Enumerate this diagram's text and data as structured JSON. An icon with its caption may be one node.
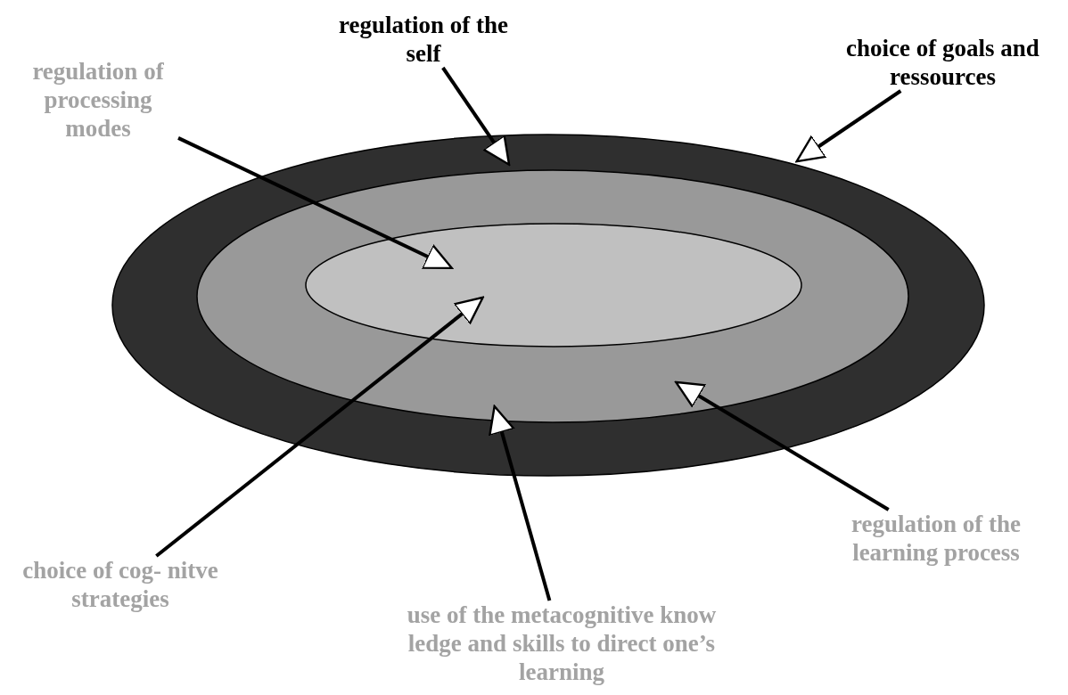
{
  "diagram": {
    "nodes": [
      {
        "text": [],
        "shape": "ellipse"
      },
      {
        "text": [],
        "shape": "ellipse",
        "in": 0
      },
      {
        "text": [],
        "shape": "ellipse",
        "in": 1
      },
      {
        "text": [
          "regulation of the self"
        ]
      },
      {
        "text": [
          "choice of goals and ressources"
        ]
      },
      {
        "text": [
          "regulation of processing modes"
        ]
      },
      {
        "text": [
          "choice of cog- nitve strategies"
        ]
      },
      {
        "text": [
          "use of the metacognitive know ledge and skills to direct one’s learning"
        ]
      },
      {
        "text": [
          "regulation of the learning process"
        ]
      }
    ],
    "edges": [
      {
        "from": 3,
        "to": 0,
        "arrow": "to"
      },
      {
        "from": 4,
        "to": 0,
        "arrow": "to"
      },
      {
        "from": 5,
        "to": 2,
        "arrow": "to"
      },
      {
        "from": 6,
        "to": 2,
        "arrow": "to"
      },
      {
        "from": 7,
        "to": 1,
        "arrow": "to"
      },
      {
        "from": 8,
        "to": 1,
        "arrow": "to"
      }
    ]
  }
}
